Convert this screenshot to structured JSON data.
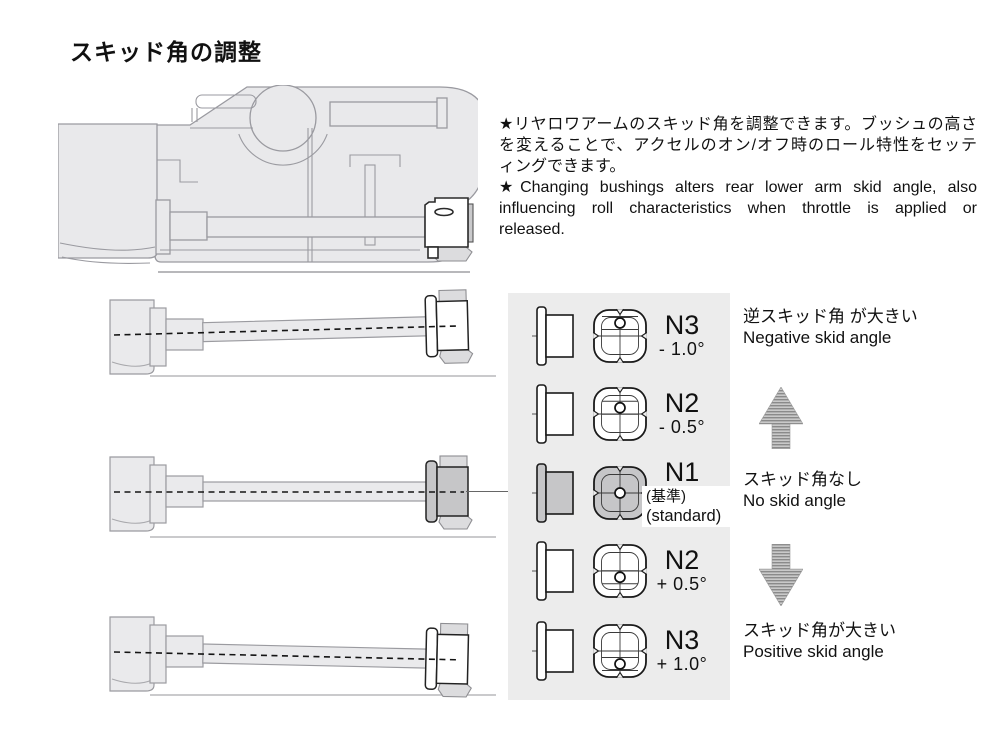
{
  "title": "スキッド角の調整",
  "intro": {
    "jp_lines": [
      "★リヤロワアームのスキッド角を調整できます。ブッシュの高さ",
      "を変えることで、アクセルのオン/オフ時のロール特性をセッテ",
      "ィングできます。"
    ],
    "en_lines": [
      "★Changing bushings alters rear lower arm skid angle, also",
      "influencing roll characteristics when throttle is applied or",
      "released."
    ]
  },
  "panel": {
    "rows": [
      {
        "code": "N3",
        "angle": "- 1.0°",
        "hole_pos": 0.25,
        "highlight": false
      },
      {
        "code": "N2",
        "angle": "- 0.5°",
        "hole_pos": 0.38,
        "highlight": false
      },
      {
        "code": "N1",
        "angle": "",
        "jp_note": "(基準)",
        "en_note": "(standard)",
        "hole_pos": 0.5,
        "highlight": true
      },
      {
        "code": "N2",
        "angle": "+ 0.5°",
        "hole_pos": 0.62,
        "highlight": false
      },
      {
        "code": "N3",
        "angle": "+ 1.0°",
        "hole_pos": 0.75,
        "highlight": false
      }
    ]
  },
  "captions": {
    "negative": {
      "jp": "逆スキッド角 が大きい",
      "en": "Negative skid angle"
    },
    "neutral": {
      "jp": "スキッド角なし",
      "en": "No skid angle"
    },
    "positive": {
      "jp": "スキッド角が大きい",
      "en": "Positive skid angle"
    }
  },
  "colors": {
    "panel_bg": "#ececec",
    "highlight_fill": "#c6c6c8",
    "illustration_fill": "#e9e9eb",
    "illustration_stroke": "#9a9aa0",
    "arrow_stripe_dark": "#8a8a8a",
    "arrow_stripe_light": "#c9c9c9",
    "line_dark": "#1a1a1a"
  }
}
